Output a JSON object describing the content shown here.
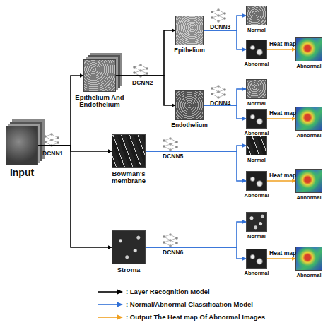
{
  "diagram": {
    "nodes": [
      {
        "text": [
          "Input"
        ]
      },
      {
        "text": [
          "Epithelium And Endothelium"
        ]
      },
      {
        "text": [
          "Bowman's membrane"
        ]
      },
      {
        "text": [
          "Stroma"
        ]
      },
      {
        "text": [
          "Epithelium"
        ]
      },
      {
        "text": [
          "Endothelium"
        ]
      },
      {
        "text": [
          "Normal"
        ]
      },
      {
        "text": [
          "Abnormal"
        ]
      },
      {
        "text": [
          "Abnormal"
        ]
      },
      {
        "text": [
          "Normal"
        ]
      },
      {
        "text": [
          "Abnormal"
        ]
      },
      {
        "text": [
          "Abnormal"
        ]
      },
      {
        "text": [
          "Normal"
        ]
      },
      {
        "text": [
          "Abnormal"
        ]
      },
      {
        "text": [
          "Abnormal"
        ]
      },
      {
        "text": [
          "Normal"
        ]
      },
      {
        "text": [
          "Abnormal"
        ]
      },
      {
        "text": [
          "Abnormal"
        ]
      }
    ],
    "edges": [
      {
        "from": 0,
        "to": 1,
        "arrow": "to"
      },
      {
        "from": 0,
        "to": 2,
        "arrow": "to",
        "label": "DCNN1"
      },
      {
        "from": 0,
        "to": 3,
        "arrow": "to"
      },
      {
        "from": 1,
        "to": 4,
        "arrow": "to",
        "label": "DCNN2"
      },
      {
        "from": 1,
        "to": 5,
        "arrow": "to"
      },
      {
        "from": 4,
        "to": 6,
        "arrow": "to",
        "label": "DCNN3"
      },
      {
        "from": 4,
        "to": 7,
        "arrow": "to"
      },
      {
        "from": 7,
        "to": 8,
        "arrow": "to",
        "label": "Heat map"
      },
      {
        "from": 5,
        "to": 9,
        "arrow": "to",
        "label": "DCNN4"
      },
      {
        "from": 5,
        "to": 10,
        "arrow": "to"
      },
      {
        "from": 10,
        "to": 11,
        "arrow": "to",
        "label": "Heat map"
      },
      {
        "from": 2,
        "to": 12,
        "arrow": "to",
        "label": "DCNN5"
      },
      {
        "from": 2,
        "to": 13,
        "arrow": "to"
      },
      {
        "from": 13,
        "to": 14,
        "arrow": "to",
        "label": "Heat map"
      },
      {
        "from": 3,
        "to": 15,
        "arrow": "to",
        "label": "DCNN6"
      },
      {
        "from": 3,
        "to": 16,
        "arrow": "to"
      },
      {
        "from": 16,
        "to": 17,
        "arrow": "to",
        "label": "Heat map"
      }
    ],
    "legend": [
      {
        "text": ": Layer Recognition Model"
      },
      {
        "text": ": Normal/Abnormal Classification Model"
      },
      {
        "text": ": Output The Heat map Of Abnormal Images"
      }
    ]
  }
}
